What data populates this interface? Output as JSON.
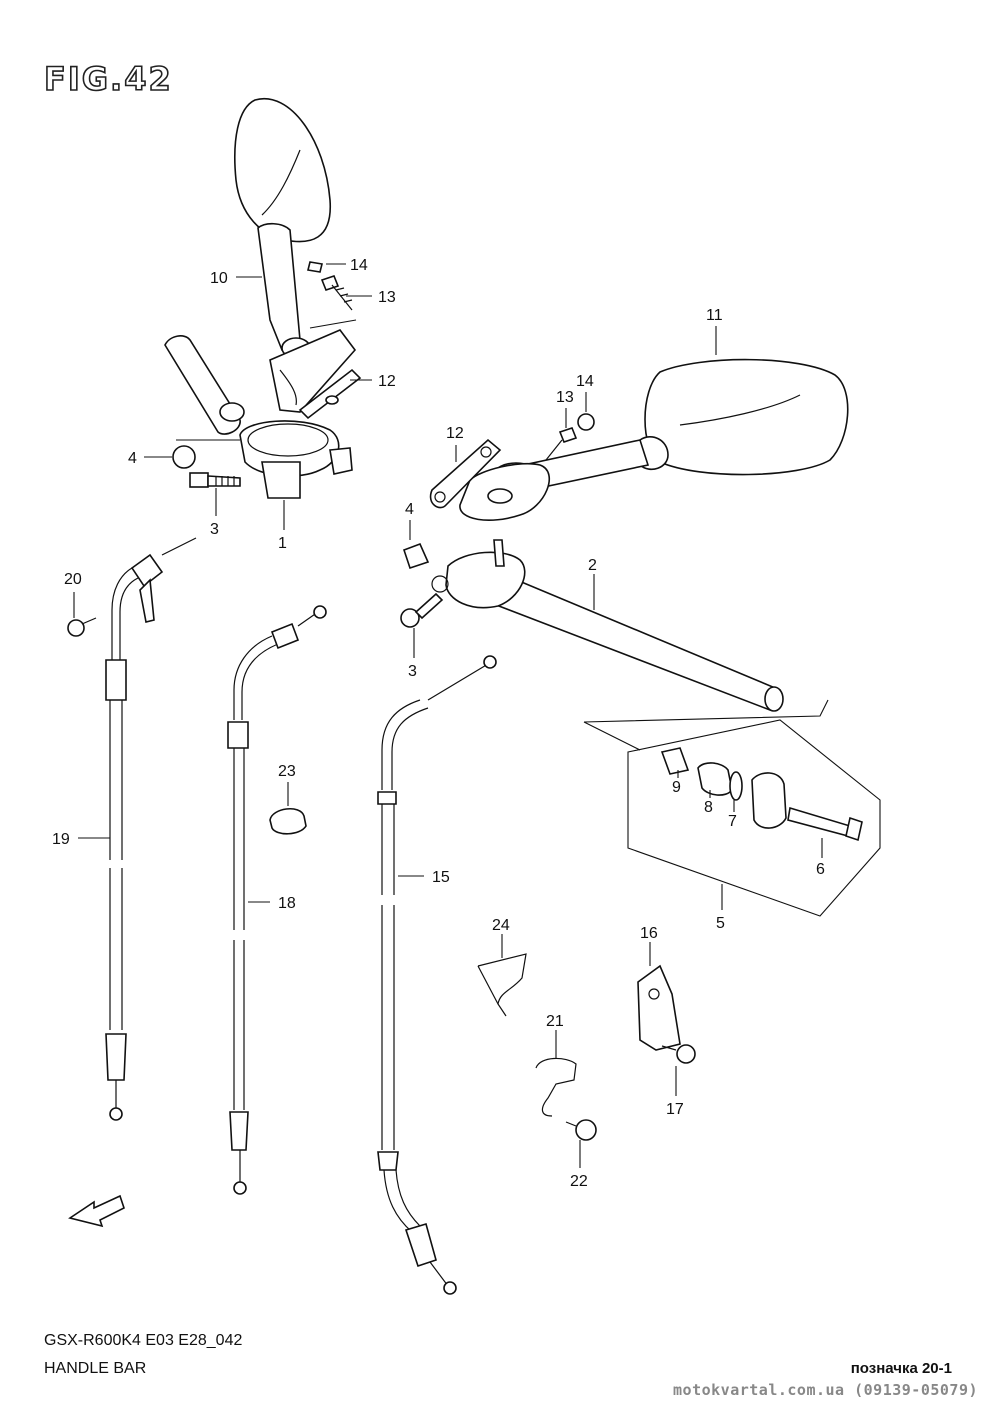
{
  "figure": {
    "title": "FIG.42",
    "model_code": "GSX-R600K4 E03 E28_042",
    "assembly_name": "HANDLE BAR",
    "reference": "позначка 20-1",
    "website": "motokvartal.com.ua (09139-05079)"
  },
  "callouts": {
    "c10": "10",
    "c14a": "14",
    "c13a": "13",
    "c12a": "12",
    "c11": "11",
    "c14b": "14",
    "c13b": "13",
    "c12b": "12",
    "c4a": "4",
    "c3a": "3",
    "c1": "1",
    "c4b": "4",
    "c2": "2",
    "c3b": "3",
    "c20": "20",
    "c19": "19",
    "c23": "23",
    "c18": "18",
    "c15": "15",
    "c9": "9",
    "c8": "8",
    "c7": "7",
    "c6": "6",
    "c5": "5",
    "c24": "24",
    "c16": "16",
    "c21": "21",
    "c17": "17",
    "c22": "22"
  }
}
